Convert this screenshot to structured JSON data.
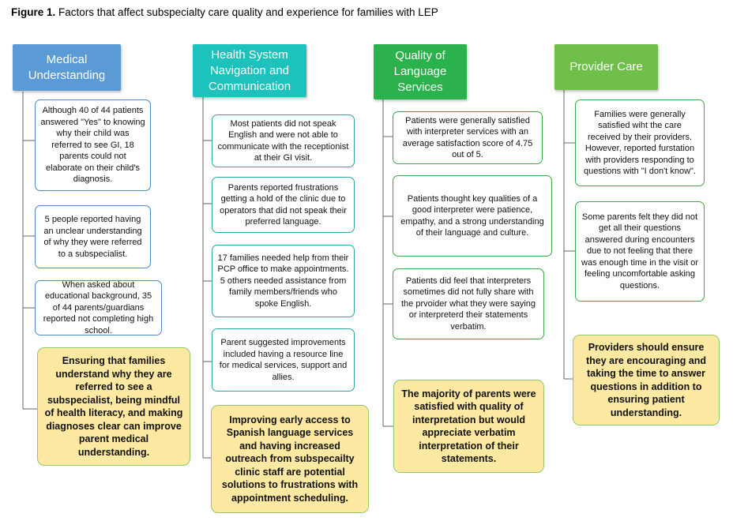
{
  "figure": {
    "label": "Figure 1.",
    "caption": "Factors that affect subspecialty care quality and experience for families with LEP"
  },
  "colors": {
    "col1": "#5b9bd5",
    "col2": "#1cc2bb",
    "col3": "#2bb24c",
    "col4": "#6fbf4a",
    "summary_fill": "#fde9a2"
  },
  "columns": [
    {
      "header": "Medical Understanding",
      "items": [
        "Although 40 of 44 patients answered \"Yes\" to knowing why  their child was referred to see GI, 18 parents could not elaborate on their child's diagnosis.",
        "5 people reported having an unclear understanding of why they were referred to a subspecialist.",
        "When asked about educational background, 35 of 44 parents/guardians reported not completing high school."
      ],
      "summary": "Ensuring that families understand why they are referred to see a subspecialist, being mindful of health literacy, and making diagnoses clear can improve parent medical understanding."
    },
    {
      "header": "Health System Navigation and Communication",
      "items": [
        "Most patients did not speak English and were not able to communicate with the receptionist at their GI visit.",
        "Parents reported frustrations getting a hold of the clinic due to operators that did not speak their preferred language.",
        "17 families needed help from their PCP office to make appointments. 5 others needed assistance from family members/friends who spoke English.",
        "Parent suggested improvements included having a resource line for medical services, support and allies."
      ],
      "summary": "Improving early access to Spanish language services and having increased outreach from subspecailty clinic staff are potential solutions to frustrations with appointment scheduling."
    },
    {
      "header": "Quality of Language Services",
      "items": [
        "Patients were generally satisfied with interpreter services with an average satisfaction score of 4.75 out of 5.",
        "Patients thought key qualities of a good interpreter were patience, empathy, and a strong understanding of their language and culture.",
        "Patients did feel that interpreters sometimes did not fully share with the prvoider what they were saying or interpreterd their statements verbatim."
      ],
      "summary": "The majority of parents were satisfied with quality of interpretation but would appreciate verbatim interpretation of their statements."
    },
    {
      "header": "Provider Care",
      "items": [
        "Families were generally satisfied wiht the care received by their providers. However, reported furstation with providers responding to questions with \"I don't know\".",
        "Some parents felt they did not get all their questions answered during encounters due to not feeling that there was enough time in the visit or feeling uncomfortable asking questions."
      ],
      "summary": "Providers should ensure they are encouraging and taking the time to answer questions in addition to ensuring patient understanding."
    }
  ]
}
